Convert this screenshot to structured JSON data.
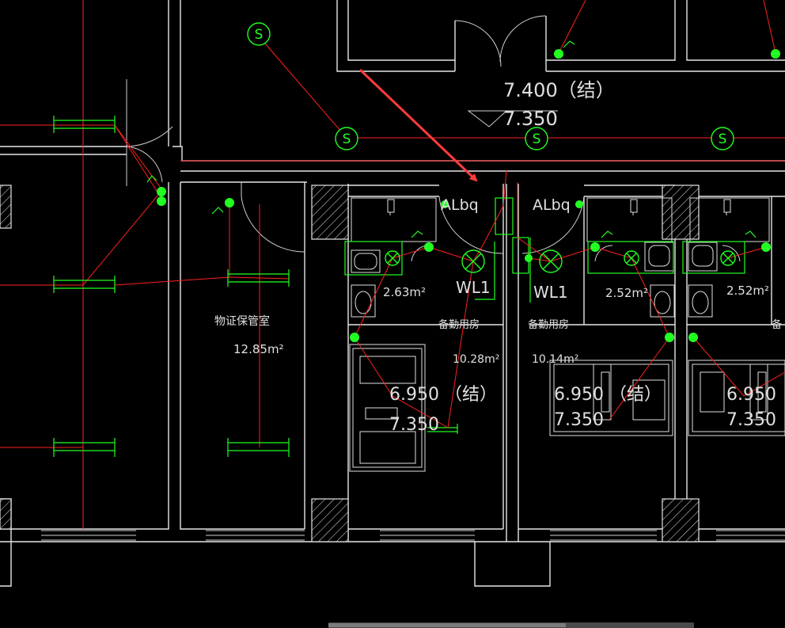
{
  "labels": {
    "elev_top_main": "7.400（结）",
    "elev_top_sub": "7.350",
    "panel_a": "ALbq",
    "panel_b": "ALbq",
    "circuit_a": "WL1",
    "circuit_b": "WL1",
    "room_a_name": "物证保管室",
    "room_a_area": "12.85m²",
    "room_b_name": "备勤用房",
    "room_b_area": "10.28m²",
    "room_c_name": "备勤用房",
    "room_c_area": "10.14m²",
    "bath_b_area": "2.63m²",
    "bath_c_area": "2.52m²",
    "bath_d_area": "2.52m²",
    "room_d_name_partial": "备",
    "elev_b_main": "6.950 （结）",
    "elev_b_sub": "7.350",
    "elev_c_main": "6.950 （结）",
    "elev_c_sub": "7.350",
    "elev_d_main": "6.950",
    "elev_d_sub": "7.350",
    "switch_symbol": "S"
  },
  "colors": {
    "background": "#000000",
    "walls": "#e6e6e6",
    "wiring": "#ff2020",
    "electrical": "#22ff22",
    "annotation_arrow": "#ff3b3b"
  },
  "icons": [
    "switch-icon",
    "ceiling-lamp-icon",
    "wall-socket-icon",
    "toilet-icon",
    "washbasin-icon",
    "bed-icon",
    "hatched-column-icon",
    "annotation-arrow-icon"
  ]
}
